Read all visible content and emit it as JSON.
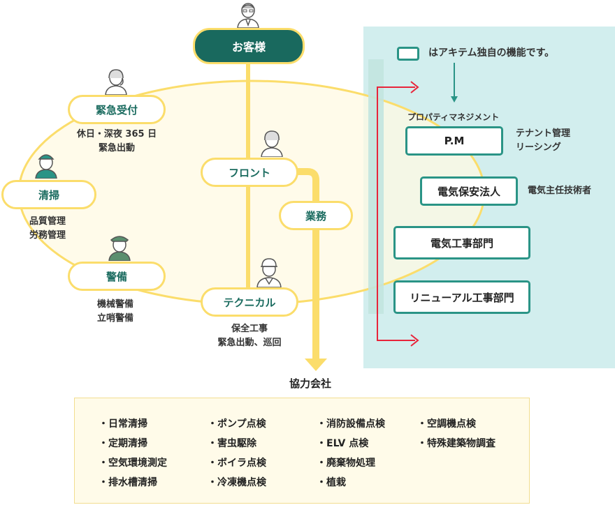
{
  "legend": {
    "text": "はアキテム独自の機能です。"
  },
  "nodes": {
    "customer": "お客様",
    "emergency": "緊急受付",
    "cleaning": "清掃",
    "security": "警備",
    "front": "フロント",
    "business": "業務",
    "technical": "テクニカル",
    "pm": "P.M",
    "electric_safety": "電気保安法人",
    "electric_work": "電気工事部門",
    "renewal": "リニューアル工事部門"
  },
  "notes": {
    "emergency": [
      "休日・深夜 365 日",
      "緊急出動"
    ],
    "cleaning": [
      "品質管理",
      "労務管理"
    ],
    "security": [
      "機械警備",
      "立哨警備"
    ],
    "technical": [
      "保全工事",
      "緊急出動、巡回"
    ],
    "pm_caption": "プロパティマネジメント",
    "pm": [
      "テナント管理",
      "リーシング"
    ],
    "electric_safety": "電気主任技術者"
  },
  "partners": {
    "title": "協力会社",
    "columns": [
      [
        "日常清掃",
        "定期清掃",
        "空気環境測定",
        "排水槽清掃"
      ],
      [
        "ポンプ点検",
        "害虫駆除",
        "ボイラ点検",
        "冷凍機点検"
      ],
      [
        "消防設備点検",
        "ELV 点検",
        "廃棄物処理",
        "植栽"
      ],
      [
        "空調機点検",
        "特殊建築物調査"
      ]
    ]
  },
  "colors": {
    "yellow": "#fbdd6b",
    "teal_dark": "#19695e",
    "teal": "#2a9486",
    "panel": "#d2eeee",
    "red_arrow": "#e8243a",
    "ellipse_fill": "#fff9e3"
  }
}
